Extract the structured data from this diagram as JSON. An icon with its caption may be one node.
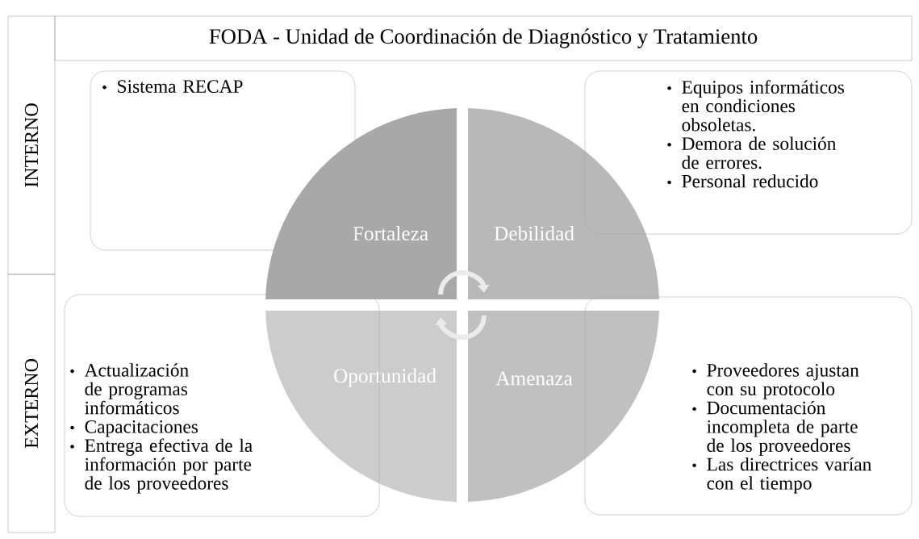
{
  "diagram": {
    "nodes": [
      {
        "text": [
          "FODA - Unidad de Coordinación de Diagnóstico y Tratamiento"
        ]
      },
      {
        "text": [
          "INTERNO"
        ]
      },
      {
        "text": [
          "EXTERNO"
        ]
      },
      {
        "text": [
          "Sistema RECAP"
        ]
      },
      {
        "text": [
          "Equipos informáticos en condiciones obsoletas.",
          "Demora de solución de errores.",
          "Personal reducido"
        ]
      },
      {
        "text": [
          "Fortaleza"
        ]
      },
      {
        "text": [
          "Debilidad"
        ]
      },
      {
        "text": [
          "Oportunidad"
        ]
      },
      {
        "text": [
          "Amenaza"
        ]
      },
      {
        "text": [
          "Actualización de programas informáticos",
          "Capacitaciones",
          "Entrega efectiva de la información por parte de los proveedores"
        ]
      },
      {
        "text": [
          "Proveedores ajustan con su protocolo",
          "Documentación incompleta de parte de los proveedores",
          "Las directrices varían con el tiempo"
        ]
      }
    ],
    "edges": [
      {
        "from": 5,
        "to": 6,
        "arrow": "to"
      },
      {
        "from": 8,
        "to": 7,
        "arrow": "to"
      }
    ]
  }
}
